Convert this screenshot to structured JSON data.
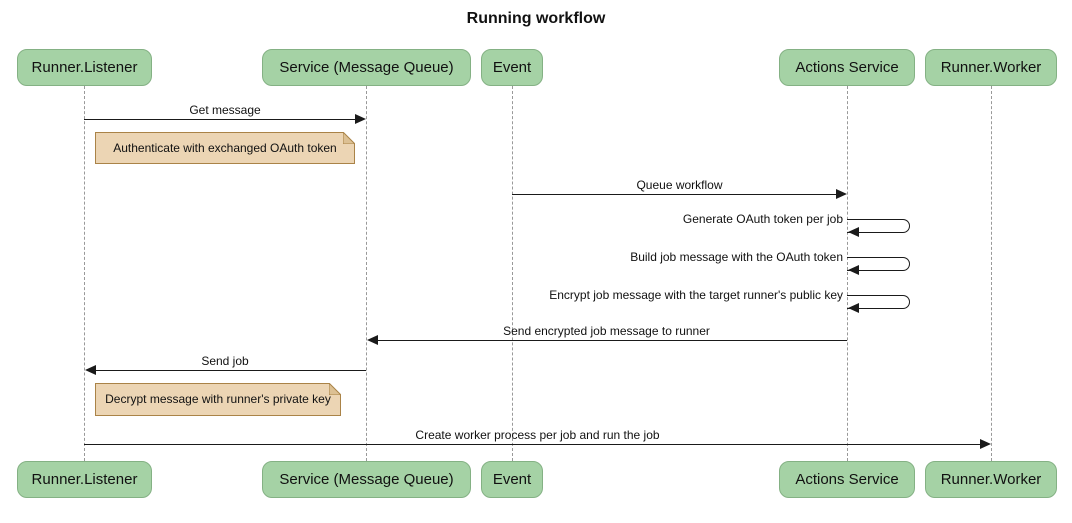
{
  "title": "Running workflow",
  "diagram_type": "sequence",
  "participants": [
    {
      "label": "Runner.Listener"
    },
    {
      "label": "Service (Message Queue)"
    },
    {
      "label": "Event"
    },
    {
      "label": "Actions Service"
    },
    {
      "label": "Runner.Worker"
    }
  ],
  "messages": [
    {
      "label": "Get message",
      "from": "Runner.Listener",
      "to": "Service (Message Queue)",
      "self": false
    },
    {
      "label": "Queue workflow",
      "from": "Event",
      "to": "Actions Service",
      "self": false
    },
    {
      "label": "Generate OAuth token per job",
      "from": "Actions Service",
      "to": "Actions Service",
      "self": true
    },
    {
      "label": "Build job message with the OAuth token",
      "from": "Actions Service",
      "to": "Actions Service",
      "self": true
    },
    {
      "label": "Encrypt job message with the target runner's public key",
      "from": "Actions Service",
      "to": "Actions Service",
      "self": true
    },
    {
      "label": "Send encrypted job message to runner",
      "from": "Actions Service",
      "to": "Service (Message Queue)",
      "self": false
    },
    {
      "label": "Send job",
      "from": "Service (Message Queue)",
      "to": "Runner.Listener",
      "self": false
    },
    {
      "label": "Create worker process per job and run the job",
      "from": "Runner.Listener",
      "to": "Runner.Worker",
      "self": false
    }
  ],
  "notes": [
    {
      "label": "Authenticate with exchanged OAuth token",
      "anchor": "Runner.Listener"
    },
    {
      "label": "Decrypt message with runner's private key",
      "anchor": "Runner.Listener"
    }
  ],
  "colors": {
    "participant_fill": "#a5d2a5",
    "participant_border": "#84b184",
    "note_fill": "#ecd5b4",
    "note_border": "#aa8347",
    "lifeline": "#999999",
    "message": "#1a1a1a",
    "background": "#ffffff"
  }
}
